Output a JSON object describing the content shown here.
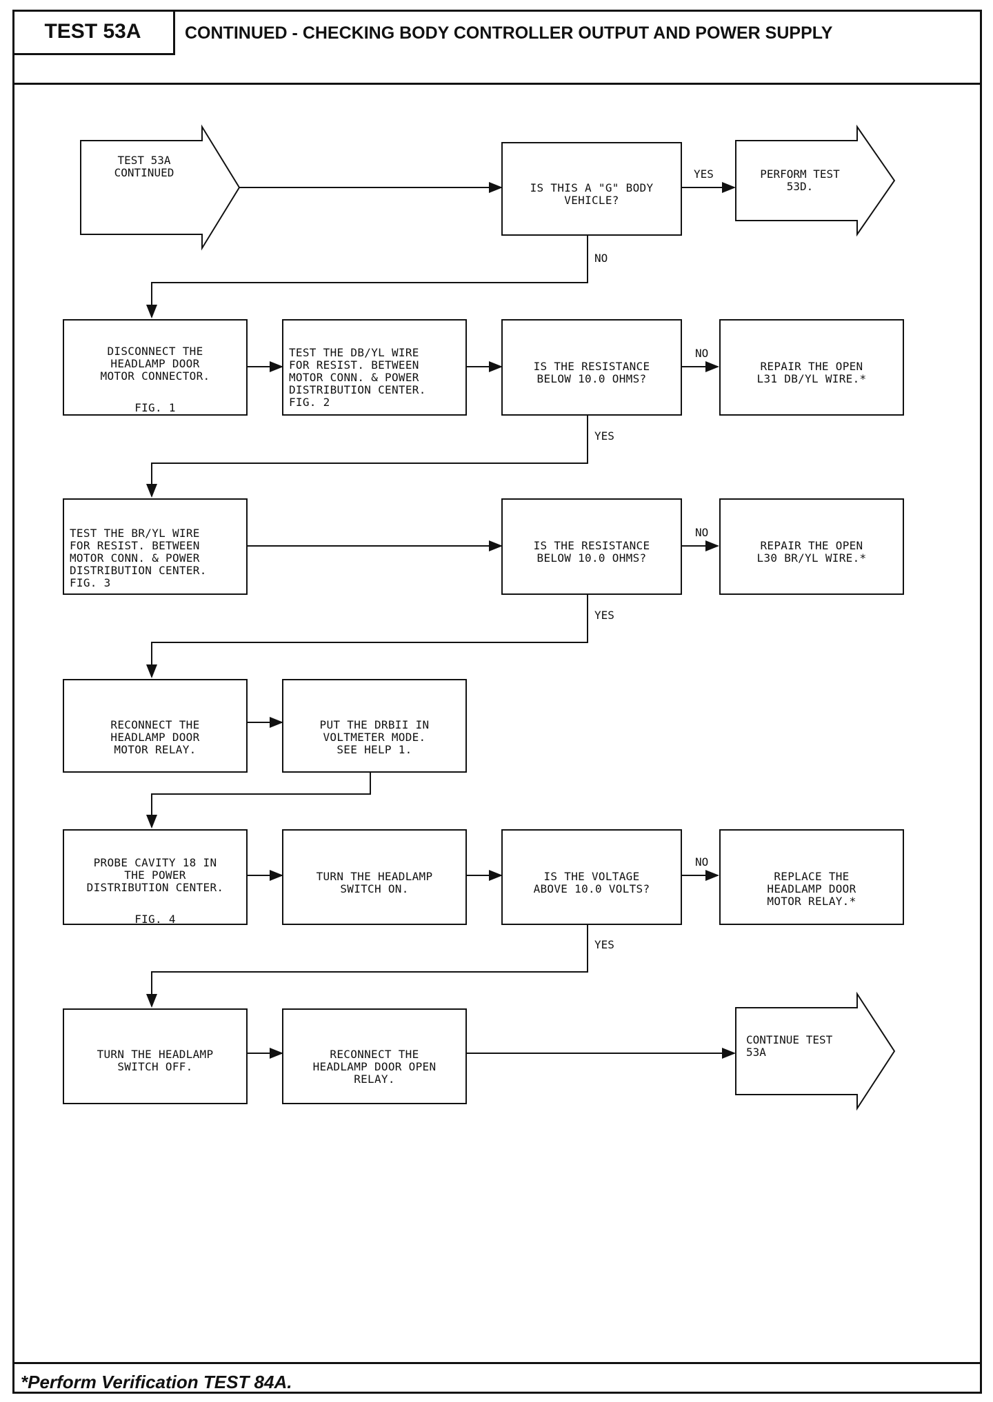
{
  "header": {
    "test_label": "TEST 53A",
    "title": "CONTINUED - CHECKING BODY CONTROLLER OUTPUT AND POWER SUPPLY"
  },
  "footer": {
    "note": "*Perform Verification TEST 84A."
  },
  "flow": {
    "start": "TEST 53A\nCONTINUED",
    "q_g_body": "IS THIS A \"G\" BODY\nVEHICLE?",
    "perform_53d": "PERFORM TEST\n53D.",
    "disconnect": {
      "text": "DISCONNECT THE\nHEADLAMP DOOR\nMOTOR CONNECTOR.",
      "fig": "FIG. 1"
    },
    "test_db_yl": "TEST THE DB/YL WIRE\nFOR RESIST. BETWEEN\nMOTOR CONN. & POWER\nDISTRIBUTION CENTER.\nFIG. 2",
    "q_resist_1": "IS THE RESISTANCE\nBELOW 10.0 OHMS?",
    "repair_l31": "REPAIR THE OPEN\nL31 DB/YL WIRE.*",
    "test_br_yl": "TEST THE BR/YL WIRE\nFOR RESIST. BETWEEN\nMOTOR CONN. & POWER\nDISTRIBUTION CENTER.\nFIG. 3",
    "q_resist_2": "IS THE RESISTANCE\nBELOW 10.0 OHMS?",
    "repair_l30": "REPAIR THE OPEN\nL30 BR/YL WIRE.*",
    "reconnect_motor_relay": "RECONNECT THE\nHEADLAMP DOOR\nMOTOR RELAY.",
    "drbii_voltmeter": "PUT THE DRBII IN\nVOLTMETER MODE.\nSEE HELP 1.",
    "probe_cavity": {
      "text": "PROBE CAVITY 18 IN\nTHE POWER\nDISTRIBUTION CENTER.",
      "fig": "FIG. 4"
    },
    "headlamp_on": "TURN THE HEADLAMP\nSWITCH ON.",
    "q_voltage": "IS THE VOLTAGE\nABOVE 10.0 VOLTS?",
    "replace_relay": "REPLACE THE\nHEADLAMP DOOR\nMOTOR RELAY.*",
    "headlamp_off": "TURN THE HEADLAMP\nSWITCH OFF.",
    "reconnect_open_relay": "RECONNECT THE\nHEADLAMP DOOR OPEN\nRELAY.",
    "continue_53a": "CONTINUE TEST\n53A"
  },
  "labels": {
    "yes": "YES",
    "no": "NO"
  }
}
